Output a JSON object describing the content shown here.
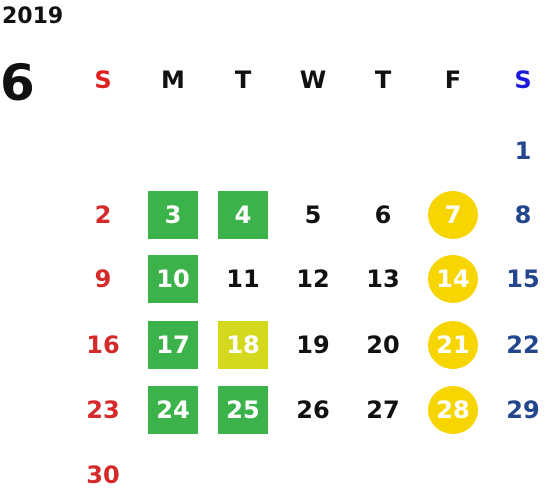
{
  "calendar": {
    "year": "2019",
    "month": "6",
    "weekdays": [
      "S",
      "M",
      "T",
      "W",
      "T",
      "F",
      "S"
    ],
    "weeks": [
      [
        "",
        "",
        "",
        "",
        "",
        "",
        "1"
      ],
      [
        "2",
        "3",
        "4",
        "5",
        "6",
        "7",
        "8"
      ],
      [
        "9",
        "10",
        "11",
        "12",
        "13",
        "14",
        "15"
      ],
      [
        "16",
        "17",
        "18",
        "19",
        "20",
        "21",
        "22"
      ],
      [
        "23",
        "24",
        "25",
        "26",
        "27",
        "28",
        "29"
      ],
      [
        "30",
        "",
        "",
        "",
        "",
        "",
        ""
      ]
    ],
    "highlights": {
      "green_square": [
        "3",
        "4",
        "10",
        "17",
        "24",
        "25"
      ],
      "lime_square": [
        "18"
      ],
      "gold_circle": [
        "7",
        "14",
        "21",
        "28"
      ]
    },
    "colors": {
      "sunday": "#d42a2a",
      "saturday": "#23468c",
      "saturday_header": "#1a1adc",
      "green": "#3cb34a",
      "lime": "#d4d91e",
      "gold": "#f7d500"
    }
  }
}
